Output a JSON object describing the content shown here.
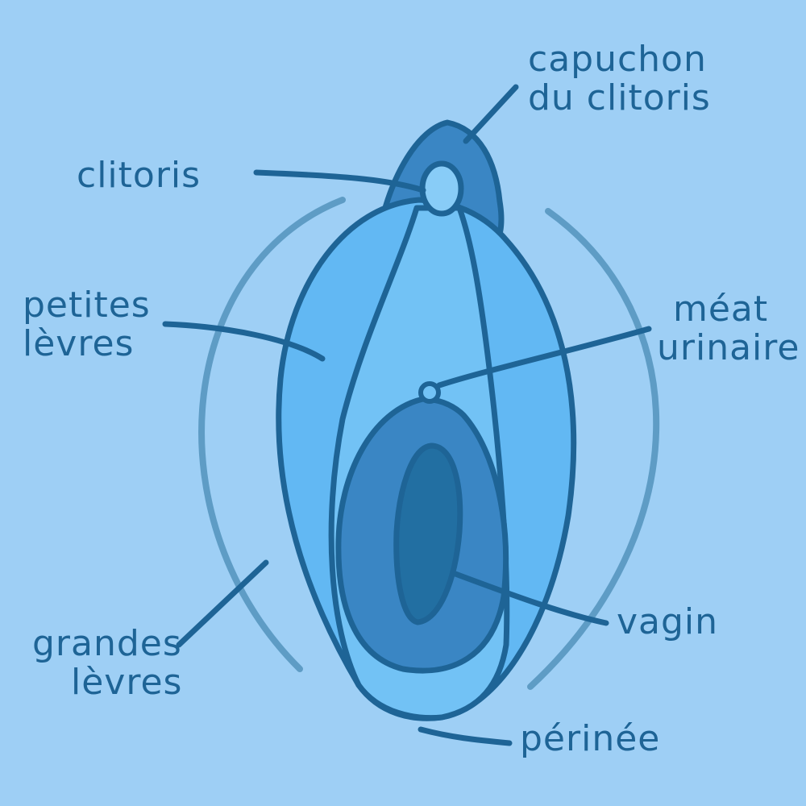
{
  "colors": {
    "background": "#9ecff5",
    "outline": "#1e6496",
    "hood": "#3a86c4",
    "labia_minora": "#62b8f3",
    "vestibule": "#72c2f5",
    "clitoris": "#88ccf7",
    "introitus": "#3a86c4",
    "opening": "#226fa2",
    "labia_majora_curve": "#5e9cc5"
  },
  "labels": {
    "capuchon": [
      "capuchon",
      "du clitoris"
    ],
    "clitoris": [
      "clitoris"
    ],
    "petites_levres": [
      "petites",
      "lèvres"
    ],
    "meat_urinaire": [
      "méat",
      "urinaire"
    ],
    "grandes_levres": [
      "grandes",
      "lèvres"
    ],
    "vagin": [
      "vagin"
    ],
    "perinee": [
      "périnée"
    ]
  }
}
